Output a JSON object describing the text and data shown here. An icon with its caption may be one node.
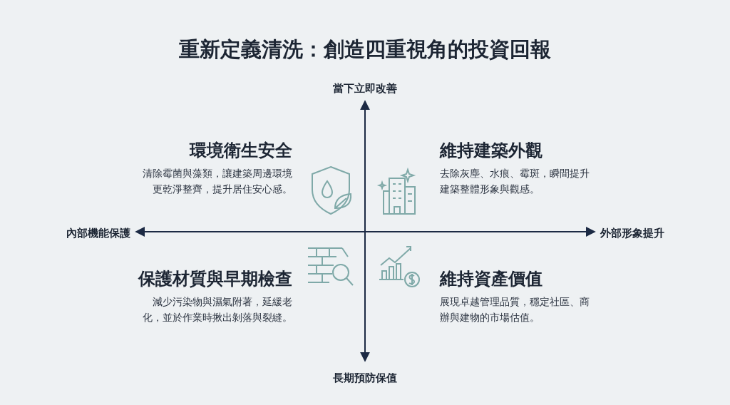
{
  "diagram": {
    "title": "重新定義清洗：創造四重視角的投資回報",
    "labels": [
      "當下立即改善",
      "環境衛生安全",
      "清除霉菌與藻類，讓建築周邊環境更乾淨整齊，提升居住安心感。",
      "維持建築外觀",
      "去除灰塵、水痕、霉斑，瞬間提升建築整體形象與觀感。",
      "內部機能保護",
      "外部形象提升",
      "保護材質與早期檢查",
      "減少污染物與濕氣附著，延緩老化，並於作業時揪出剝落與裂縫。",
      "維持資產價值",
      "展現卓越管理品質，穩定社區、商辦與建物的市場估值。",
      "長期預防保值"
    ]
  }
}
